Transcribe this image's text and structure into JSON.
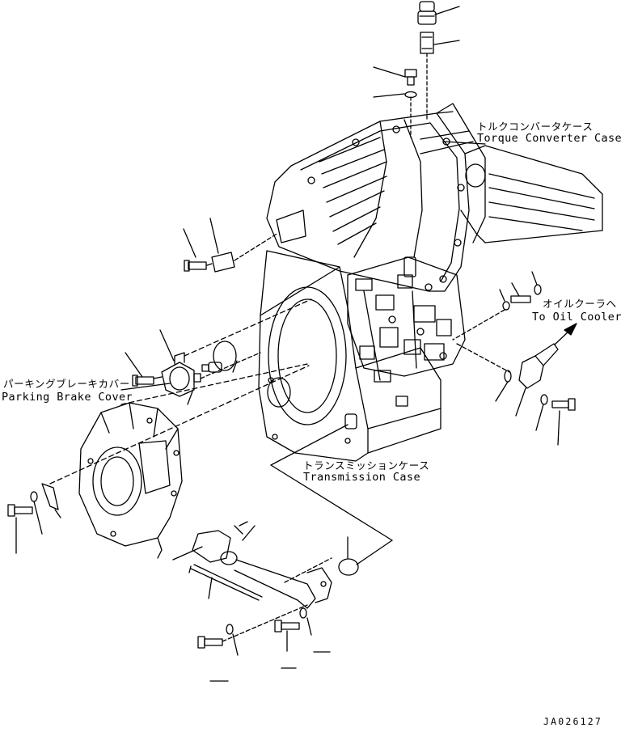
{
  "labels": {
    "torque_converter_case_jp": "トルクコンバータケース",
    "torque_converter_case_en": "Torque Converter Case",
    "oil_cooler_jp": "オイルクーラへ",
    "oil_cooler_en": "To Oil Cooler",
    "parking_brake_cover_jp": "パーキングブレーキカバー",
    "parking_brake_cover_en": "Parking Brake Cover",
    "transmission_case_jp": "トランスミッションケース",
    "transmission_case_en": "Transmission Case",
    "drawing_code": "JA026127"
  }
}
